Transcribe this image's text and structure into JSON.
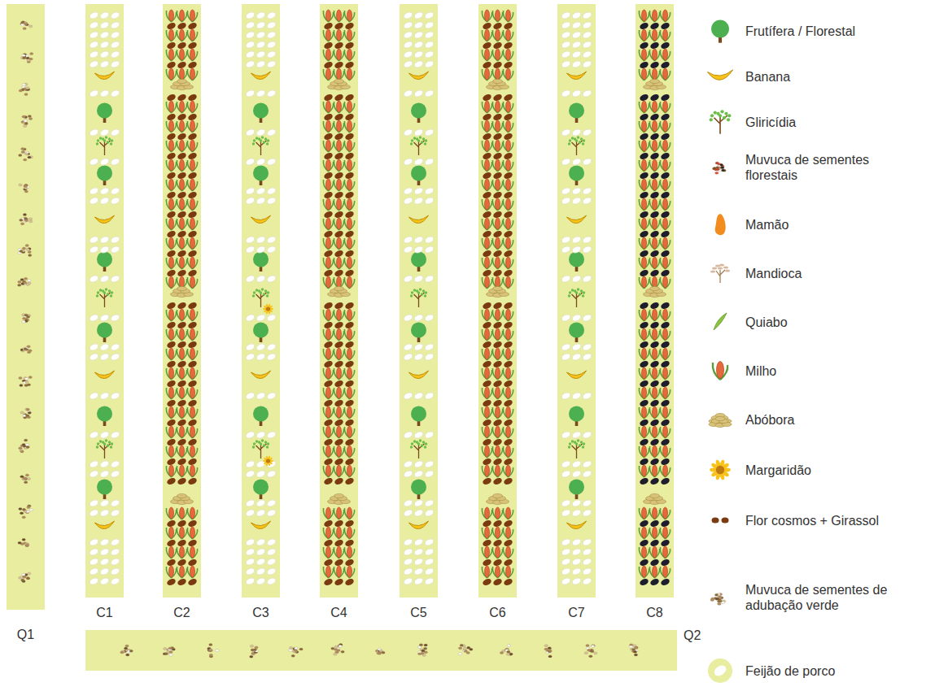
{
  "diagram": {
    "nodes": [
      {
        "text": [
          "Q1"
        ]
      },
      {
        "text": [
          "C1"
        ]
      },
      {
        "text": [
          "C2"
        ]
      },
      {
        "text": [
          "C3"
        ]
      },
      {
        "text": [
          "C4"
        ]
      },
      {
        "text": [
          "C5"
        ]
      },
      {
        "text": [
          "C6"
        ]
      },
      {
        "text": [
          "C7"
        ]
      },
      {
        "text": [
          "C8"
        ]
      },
      {
        "text": [
          "Q2"
        ]
      }
    ],
    "legend": [
      {
        "text": "Frutífera / Florestal"
      },
      {
        "text": "Banana"
      },
      {
        "text": "Gliricídia"
      },
      {
        "text": "Muvuca de sementes florestais"
      },
      {
        "text": "Mamão"
      },
      {
        "text": "Mandioca"
      },
      {
        "text": "Quiabo"
      },
      {
        "text": "Milho"
      },
      {
        "text": "Abóbora"
      },
      {
        "text": "Margaridão"
      },
      {
        "text": "Flor cosmos + Girassol"
      },
      {
        "text": "Muvuca de sementes de adubação verde"
      },
      {
        "text": "Feijão de porco"
      }
    ]
  }
}
